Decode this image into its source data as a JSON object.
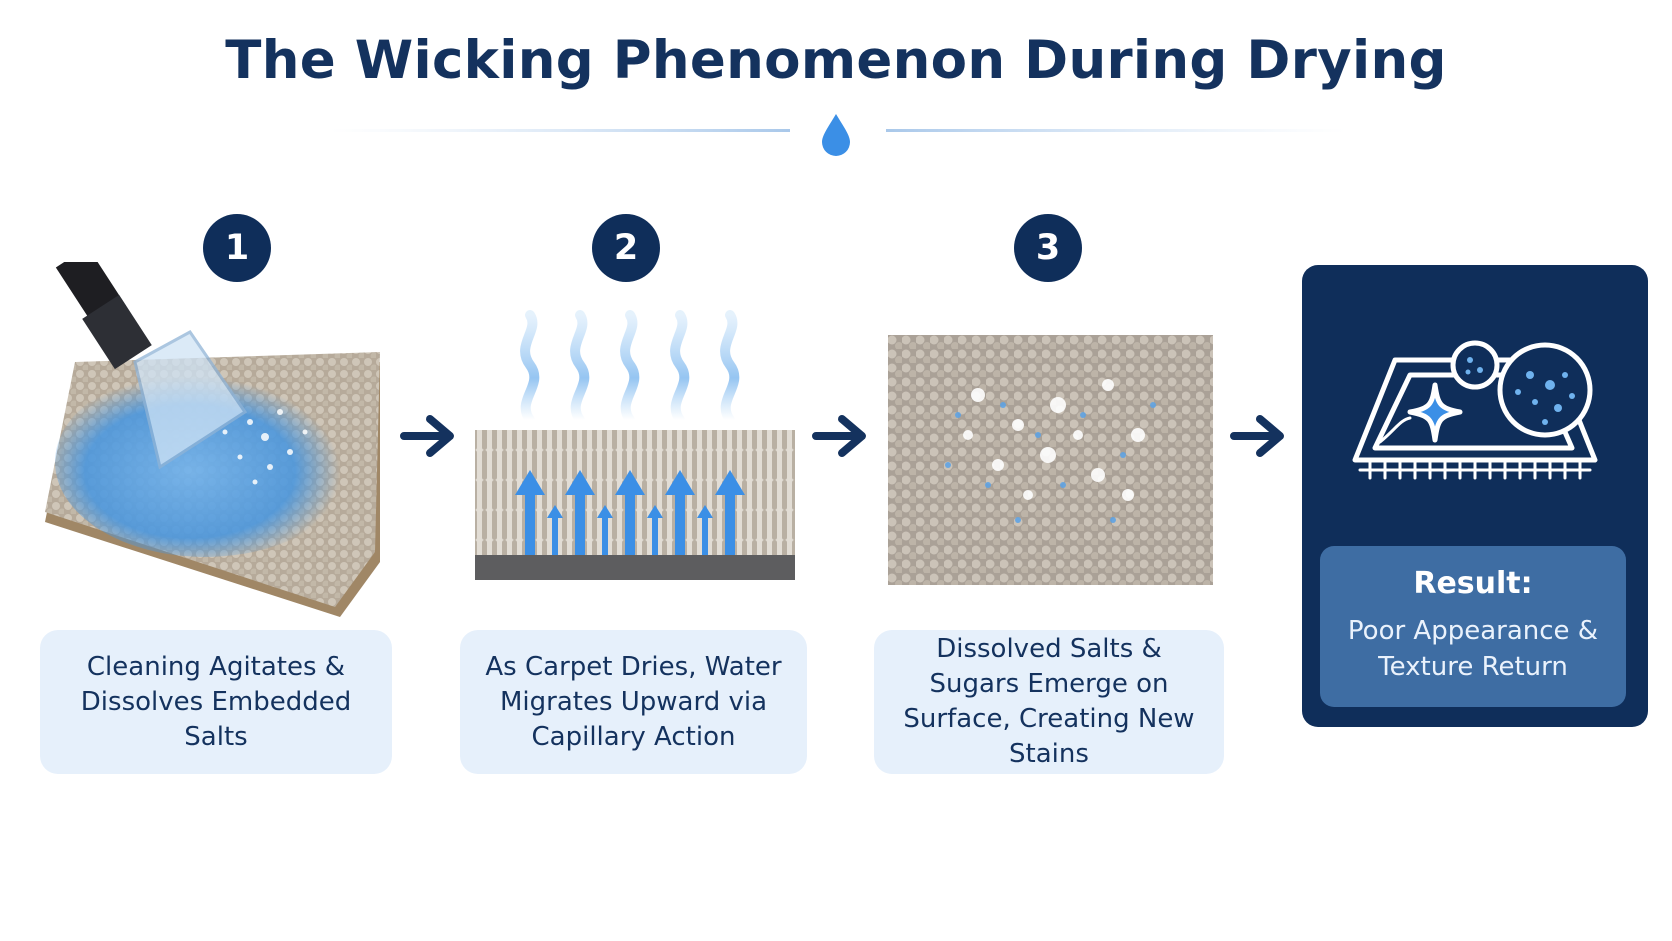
{
  "title": "The Wicking Phenomenon During Drying",
  "colors": {
    "navy": "#0f2e5a",
    "accent_blue": "#3b8fe6",
    "caption_bg": "#e6f0fb",
    "result_box": "#3e6da3"
  },
  "steps": [
    {
      "number": "1",
      "caption": "Cleaning Agitates & Dissolves Embedded Salts",
      "icon": "carpet-extractor-wand"
    },
    {
      "number": "2",
      "caption": "As Carpet Dries, Water Migrates Upward via Capillary Action",
      "icon": "carpet-cross-section-wicking"
    },
    {
      "number": "3",
      "caption": "Dissolved Salts & Sugars Emerge on Surface, Creating New Stains",
      "icon": "carpet-surface-residue"
    }
  ],
  "result": {
    "label": "Result:",
    "text": "Poor Appearance & Texture Return",
    "icon": "rug-with-sparkle-and-magnifier"
  }
}
